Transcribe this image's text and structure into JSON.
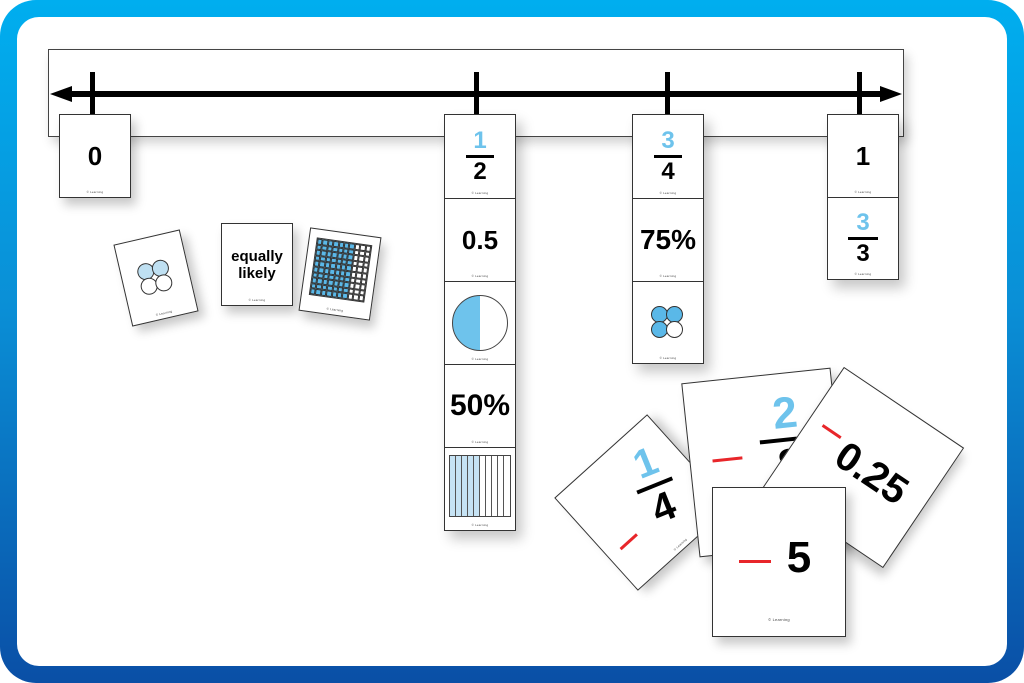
{
  "number_line": {
    "ticks": [
      {
        "label": "0",
        "position_pct": 0
      },
      {
        "label": "1/2",
        "position_pct": 50
      },
      {
        "label": "3/4",
        "position_pct": 75
      },
      {
        "label": "1",
        "position_pct": 100
      }
    ],
    "arrows": [
      "left",
      "right"
    ]
  },
  "hanging_cards": {
    "zero": {
      "value": "0"
    },
    "half": {
      "fraction": {
        "numerator": "1",
        "denominator": "2"
      },
      "decimal": "0.5",
      "circle": {
        "shaded_fraction": "1/2"
      },
      "percent": "50%",
      "bars": {
        "total": 10,
        "shaded": 5
      }
    },
    "three_quarters": {
      "fraction": {
        "numerator": "3",
        "denominator": "4"
      },
      "percent": "75%",
      "circles": {
        "total": 4,
        "shaded": 3
      }
    },
    "one": {
      "value": "1",
      "fraction": {
        "numerator": "3",
        "denominator": "3"
      }
    }
  },
  "loose_cards": {
    "circles_card": {
      "total": 4,
      "shaded": 2
    },
    "words_card": {
      "line1": "equally",
      "line2": "likely"
    },
    "grid_card": {
      "rows": 10,
      "cols": 10,
      "shaded_cols": 7
    }
  },
  "scattered_cards": {
    "quarter_fraction": {
      "numerator": "1",
      "denominator": "4"
    },
    "eighths_fraction": {
      "numerator": "2",
      "denominator": "8"
    },
    "digit_card": {
      "value": "5"
    },
    "decimal_card": {
      "value": "0.25"
    }
  },
  "card_footer": "© Learning",
  "colors": {
    "frame_top": "#00aeef",
    "frame_bottom": "#0a4fa6",
    "numerator_blue": "#6ec3ec",
    "shade_blue": "#5ab8e8",
    "light_shade_blue": "#bfe0f2",
    "blank_red": "#e8262a"
  }
}
